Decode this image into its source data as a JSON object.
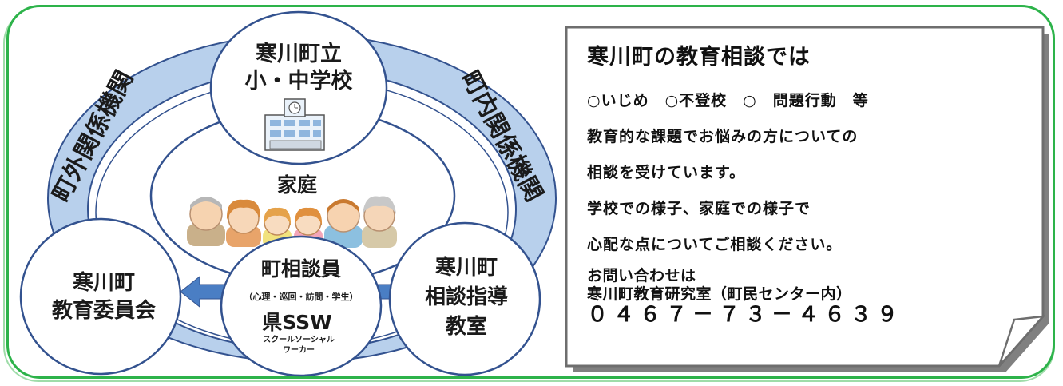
{
  "diagram": {
    "outer_ring_left_label": "町外関係機関",
    "outer_ring_right_label": "町内関係機関",
    "school": {
      "line1": "寒川町立",
      "line2": "小・中学校"
    },
    "home": {
      "label": "家庭"
    },
    "board": {
      "line1": "寒川町",
      "line2": "教育委員会"
    },
    "counsel": {
      "line1": "寒川町",
      "line2": "相談指導",
      "line3": "教室"
    },
    "counselor": {
      "title": "町相談員",
      "sub": "（心理・巡回・訪問・学生）",
      "ssw": "県SSW",
      "ssw_desc1": "スクールソーシャル",
      "ssw_desc2": "ワーカー"
    },
    "colors": {
      "frame": "#2db34a",
      "ring": "#b8d0ec",
      "circle_stroke": "#33528f",
      "arrow": "#4a7ec4"
    }
  },
  "notice": {
    "title": "寒川町の教育相談では",
    "lines": [
      "○いじめ　○不登校　○　問題行動　等",
      "教育的な課題でお悩みの方についての",
      "相談を受けています。",
      "学校での様子、家庭での様子で",
      "心配な点についてご相談ください。"
    ],
    "contact_label": "お問い合わせは",
    "contact_office": "寒川町教育研究室（町民センター内）",
    "phone": "０４６７－７３－４６３９"
  }
}
